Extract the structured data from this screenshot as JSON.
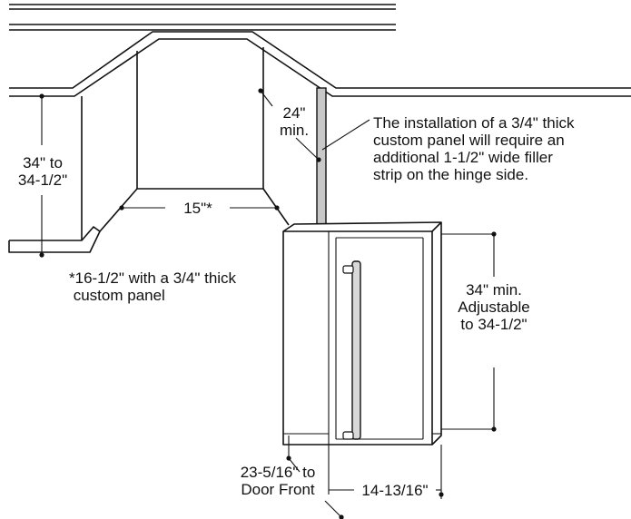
{
  "dimensions": {
    "height_range": "34\" to\n34-1/2\"",
    "depth_min": "24\"\nmin.",
    "width": "15\"*",
    "panel_note": "*16-1/2\" with a 3/4\" thick\n custom panel",
    "unit_height": "34\" min.\nAdjustable\nto 34-1/2\"",
    "depth_to_door": "23-5/16\" to\nDoor Front",
    "unit_width": "14-13/16\""
  },
  "callout": {
    "text": "The installation of a 3/4\" thick\ncustom panel will require an\nadditional 1-1/2\" wide filler\nstrip on the hinge side."
  },
  "colors": {
    "line": "#111111",
    "filler_strip": "#c8c8c8",
    "handle": "#d8d8d8"
  }
}
